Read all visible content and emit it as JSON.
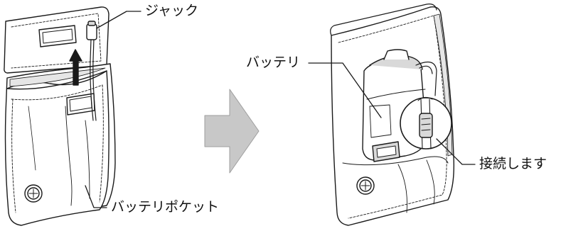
{
  "labels": {
    "jack": "ジャック",
    "battery_pocket": "バッテリポケット",
    "battery": "バッテリ",
    "connect": "接続します"
  },
  "colors": {
    "outline": "#1a1a1a",
    "fabric": "#ffffff",
    "fabric_shade": "#e6e6e6",
    "battery_shade": "#d9d9d9",
    "arrow_fill": "#c8c8c8",
    "label_text": "#111111"
  }
}
